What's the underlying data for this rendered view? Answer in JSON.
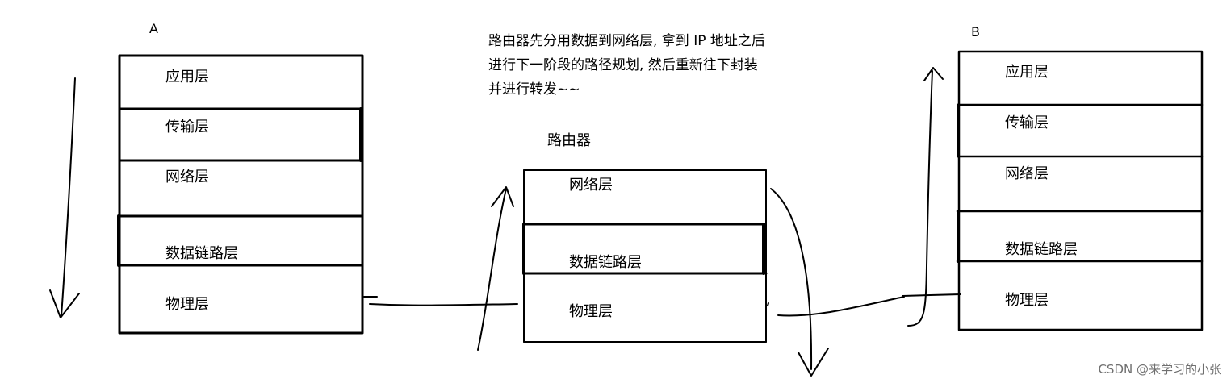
{
  "host_a": {
    "label": "A",
    "layers": [
      "应用层",
      "传输层",
      "网络层",
      "数据链路层",
      "物理层"
    ]
  },
  "router": {
    "title": "路由器",
    "layers": [
      "网络层",
      "数据链路层",
      "物理层"
    ],
    "note_lines": [
      "路由器先分用数据到网络层, 拿到 IP 地址之后",
      "进行下一阶段的路径规划, 然后重新往下封装",
      "并进行转发~~"
    ]
  },
  "host_b": {
    "label": "B",
    "layers": [
      "应用层",
      "传输层",
      "网络层",
      "数据链路层",
      "物理层"
    ]
  },
  "watermark": "CSDN @来学习的小张"
}
